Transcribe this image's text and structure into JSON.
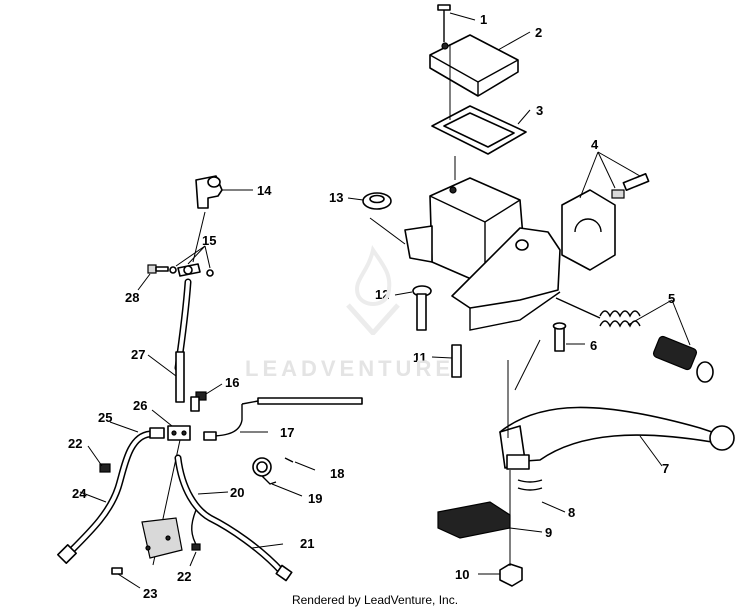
{
  "callouts": {
    "c1": "1",
    "c2": "2",
    "c3": "3",
    "c4": "4",
    "c5": "5",
    "c6": "6",
    "c7": "7",
    "c8": "8",
    "c9": "9",
    "c10": "10",
    "c11": "11",
    "c12": "12",
    "c13": "13",
    "c14": "14",
    "c15": "15",
    "c16": "16",
    "c17": "17",
    "c18": "18",
    "c19": "19",
    "c20": "20",
    "c21": "21",
    "c22a": "22",
    "c22b": "22",
    "c23": "23",
    "c24": "24",
    "c25": "25",
    "c26": "26",
    "c27": "27",
    "c28": "28"
  },
  "watermark": {
    "text": "LEADVENTURE"
  },
  "footer": {
    "credit": "Rendered by LeadVenture, Inc."
  }
}
